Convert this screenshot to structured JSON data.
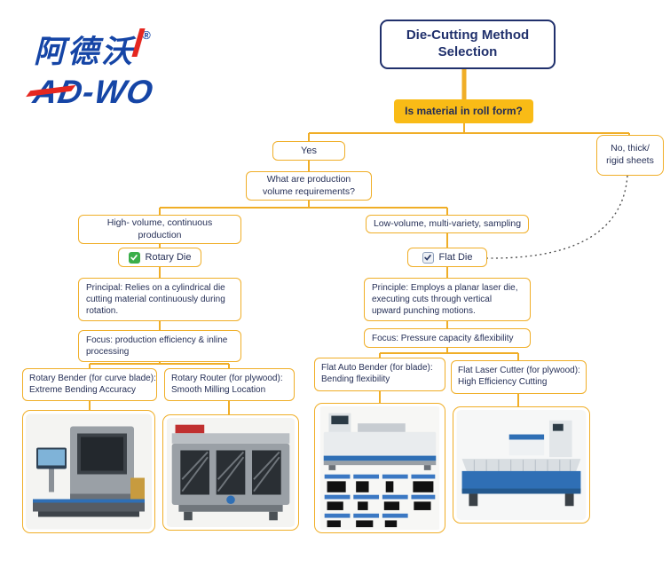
{
  "logo": {
    "chinese": "阿德沃",
    "registered": "®",
    "wordmark": "AD-WO"
  },
  "flowchart": {
    "title": "Die-Cutting Method Selection",
    "q_roll": "Is material in roll form?",
    "yes": "Yes",
    "no": "No, thick/ rigid sheets",
    "q_volume": "What are production volume requirements?",
    "high_volume": "High- volume, continuous production",
    "low_volume": "Low-volume, multi-variety, sampling",
    "rotary_die": "Rotary Die",
    "flat_die": "Flat Die",
    "rotary_principle": "Principal: Relies on a cylindrical die cutting material continuously during rotation.",
    "flat_principle": "Principle: Employs a planar laser die, executing cuts through vertical upward punching motions.",
    "rotary_focus": "Focus: production efficiency & inline processing",
    "flat_focus": "Focus: Pressure capacity &flexibility",
    "leaves": [
      {
        "label": "Rotary Bender (for curve blade):",
        "desc": "Extreme Bending Accuracy"
      },
      {
        "label": "Rotary Router (for plywood):",
        "desc": "Smooth Milling Location"
      },
      {
        "label": "Flat Auto Bender (for blade):",
        "desc": "Bending flexibility"
      },
      {
        "label": "Flat Laser Cutter (for plywood):",
        "desc": "High Efficiency Cutting"
      }
    ],
    "colors": {
      "accent_yellow": "#F0AE27",
      "fill_yellow": "#F9BB16",
      "navy": "#20306C",
      "check_green": "#3BAE4A"
    }
  }
}
